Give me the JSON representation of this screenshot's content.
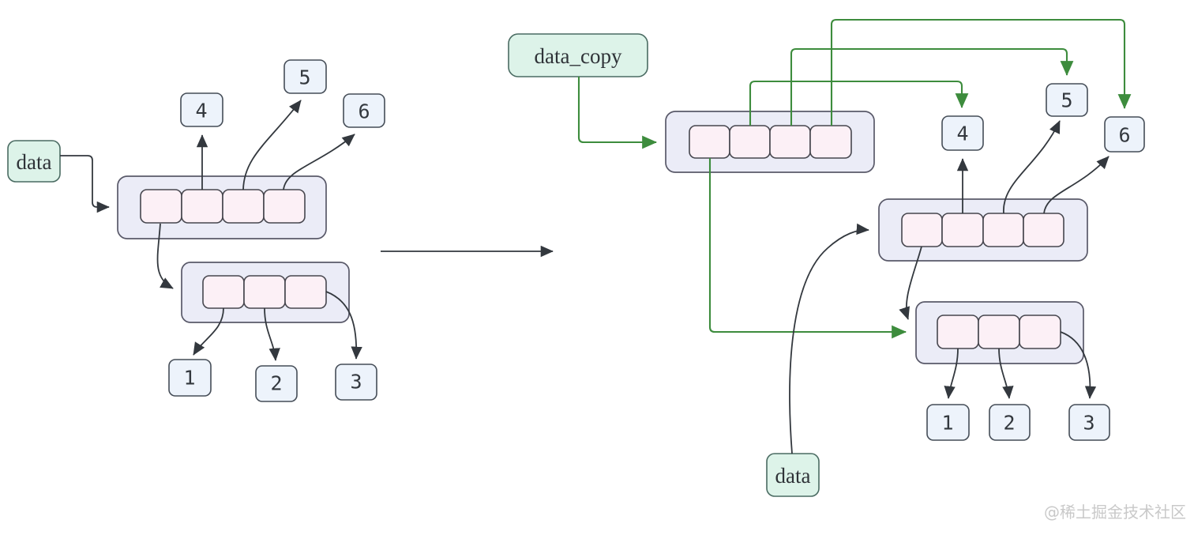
{
  "labels": {
    "data": "data",
    "data_copy": "data_copy",
    "watermark": "@稀土掘金技术社区"
  },
  "values": {
    "one": "1",
    "two": "2",
    "three": "3",
    "four": "4",
    "five": "5",
    "six": "6"
  },
  "left_diagram": {
    "variable": "data",
    "outer_list": {
      "cells": 4,
      "pointers": [
        "nested_list",
        "4",
        "5",
        "6"
      ]
    },
    "nested_list": {
      "cells": 3,
      "pointers": [
        "1",
        "2",
        "3"
      ]
    }
  },
  "right_diagram": {
    "copy_variable": "data_copy",
    "original_variable": "data",
    "copy_list": {
      "cells": 4,
      "pointers": [
        "nested_list",
        "4",
        "5",
        "6"
      ],
      "arrow_color": "green"
    },
    "original_list": {
      "cells": 4,
      "pointers": [
        "nested_list",
        "4",
        "5",
        "6"
      ],
      "arrow_color": "black"
    },
    "nested_list": {
      "cells": 3,
      "pointers": [
        "1",
        "2",
        "3"
      ]
    }
  },
  "colors": {
    "background": "#ffffff",
    "variable_box_fill": "#ddf3e9",
    "variable_box_border": "#4a6b62",
    "list_fill": "#ebecf7",
    "list_border": "#595969",
    "cell_fill": "#fcf0f6",
    "cell_border": "#46464e",
    "value_box_fill": "#edf3fb",
    "value_box_border": "#454d57",
    "black_arrow": "#33383e",
    "green_arrow": "#3d8c3d",
    "text": "#2f3338",
    "watermark": "#c9c9c9"
  }
}
